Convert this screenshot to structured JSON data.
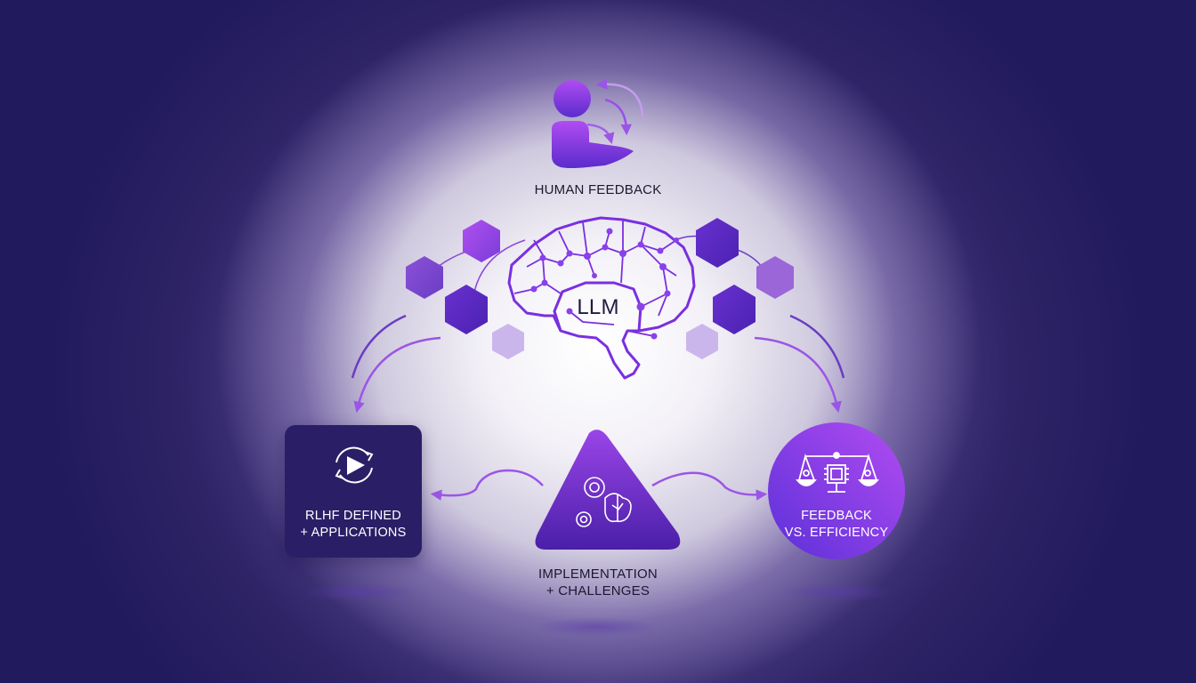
{
  "diagram": {
    "top_node": {
      "label": "HUMAN FEEDBACK",
      "icon": "person-feedback-loop-icon"
    },
    "center_node": {
      "label": "LLM",
      "icon": "brain-circuit-icon"
    },
    "bottom_nodes": [
      {
        "label_line1": "RLHF DEFINED",
        "label_line2": "+ APPLICATIONS",
        "shape": "rounded-square",
        "icon": "cycle-play-icon"
      },
      {
        "label_line1": "IMPLEMENTATION",
        "label_line2": "+ CHALLENGES",
        "shape": "triangle",
        "icon": "gears-brain-icon"
      },
      {
        "label_line1": "FEEDBACK",
        "label_line2": "VS. EFFICIENCY",
        "shape": "circle",
        "icon": "balance-scale-chip-icon"
      }
    ]
  },
  "colors": {
    "background_dark": "#211a5c",
    "background_glow": "#ffffff",
    "accent_purple": "#7b3fe0",
    "accent_violet": "#a24cf0",
    "card_navy": "#2a1f66",
    "hex_light": "#c9b4ea",
    "text_dark": "#1c1830",
    "text_light": "#ffffff"
  }
}
